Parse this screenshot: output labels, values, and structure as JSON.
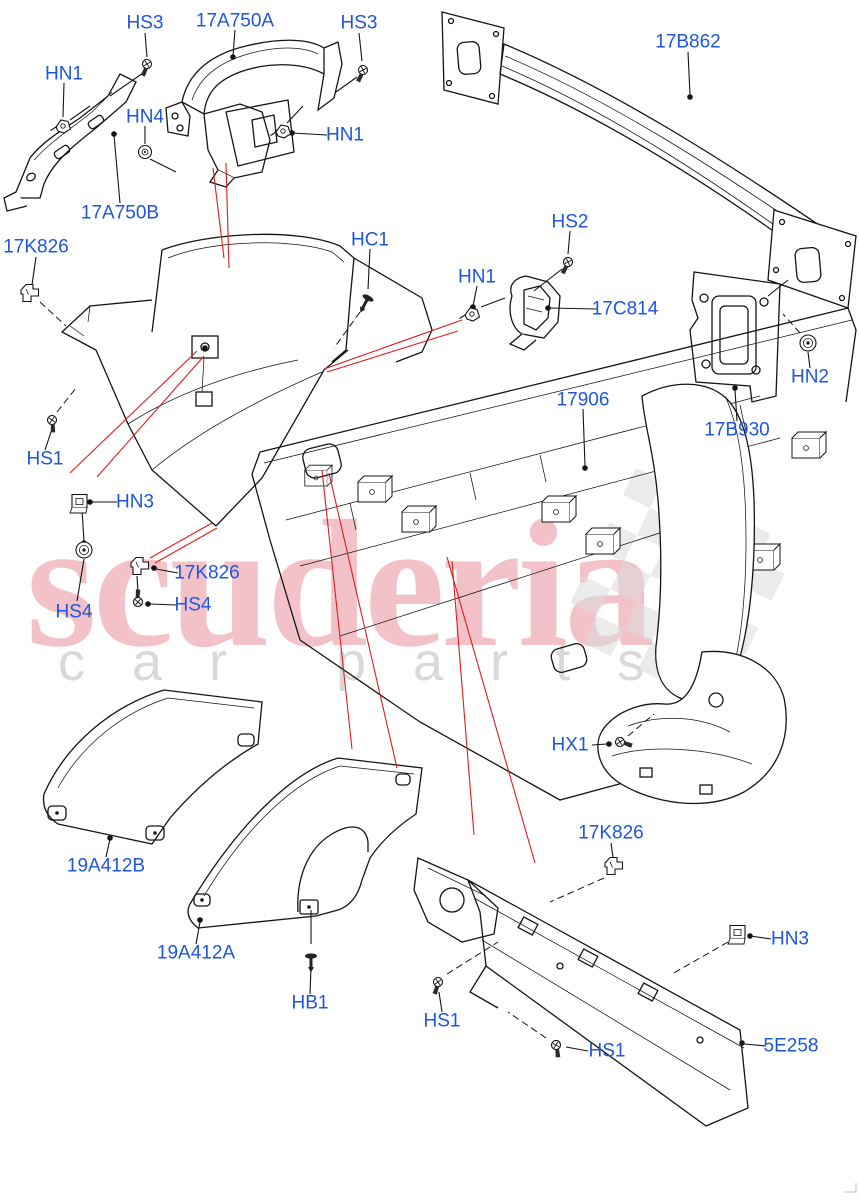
{
  "diagram": {
    "type": "exploded-parts-diagram",
    "subject": "rear bumper and related components",
    "background": "#ffffff"
  },
  "colors": {
    "label_blue": "#1e55e3",
    "line_black": "#141414",
    "leader_red": "#e01b1b",
    "watermark_pink": "#f3c2c9",
    "watermark_gray": "#d9d9d9",
    "checker_gray": "#dcdcdc"
  },
  "watermark": {
    "brand": "scuderia",
    "tagline": "car parts"
  },
  "part_numbers": [
    "17A750A",
    "17A750B",
    "17B862",
    "17B930",
    "17C814",
    "17906",
    "17K826",
    "19A412A",
    "19A412B",
    "5E258",
    "HB1",
    "HC1",
    "HN1",
    "HN2",
    "HN3",
    "HN4",
    "HS1",
    "HS2",
    "HS3",
    "HS4",
    "HX1"
  ],
  "labels": [
    {
      "id": "hs3-1",
      "text": "HS3"
    },
    {
      "id": "17a750a",
      "text": "17A750A"
    },
    {
      "id": "hs3-2",
      "text": "HS3"
    },
    {
      "id": "17b862",
      "text": "17B862"
    },
    {
      "id": "hn1-1",
      "text": "HN1"
    },
    {
      "id": "hn4",
      "text": "HN4"
    },
    {
      "id": "hn1-2",
      "text": "HN1"
    },
    {
      "id": "17a750b",
      "text": "17A750B"
    },
    {
      "id": "17k826-1",
      "text": "17K826"
    },
    {
      "id": "hc1",
      "text": "HC1"
    },
    {
      "id": "hs2",
      "text": "HS2"
    },
    {
      "id": "hn1-3",
      "text": "HN1"
    },
    {
      "id": "17c814",
      "text": "17C814"
    },
    {
      "id": "hn2",
      "text": "HN2"
    },
    {
      "id": "17906",
      "text": "17906"
    },
    {
      "id": "17b930",
      "text": "17B930"
    },
    {
      "id": "hs1-1",
      "text": "HS1"
    },
    {
      "id": "hn3-1",
      "text": "HN3"
    },
    {
      "id": "17k826-2",
      "text": "17K826"
    },
    {
      "id": "hs4-1",
      "text": "HS4"
    },
    {
      "id": "hs4-2",
      "text": "HS4"
    },
    {
      "id": "hx1",
      "text": "HX1"
    },
    {
      "id": "17k826-3",
      "text": "17K826"
    },
    {
      "id": "19a412b",
      "text": "19A412B"
    },
    {
      "id": "19a412a",
      "text": "19A412A"
    },
    {
      "id": "hb1",
      "text": "HB1"
    },
    {
      "id": "hn3-2",
      "text": "HN3"
    },
    {
      "id": "hs1-2",
      "text": "HS1"
    },
    {
      "id": "hs1-3",
      "text": "HS1"
    },
    {
      "id": "5e258",
      "text": "5E258"
    }
  ]
}
